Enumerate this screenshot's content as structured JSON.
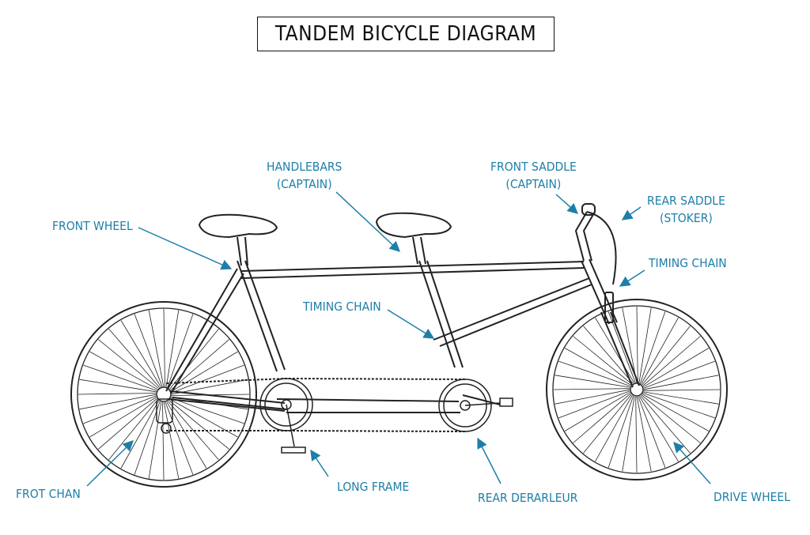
{
  "title": "TANDEM BICYCLE DIAGRAM",
  "colors": {
    "label": "#1d7fa8",
    "line": "#222222",
    "background": "#ffffff"
  },
  "labels": {
    "front_wheel": "FRONT WHEEL",
    "handlebars": [
      "HANDLEBARS",
      "(CAPTAIN)"
    ],
    "front_saddle": [
      "FRONT SADDLE",
      "(CAPTAIN)"
    ],
    "rear_saddle": [
      "REAR SADDLE",
      "(STOKER)"
    ],
    "timing_chain_right": "TIMING CHAIN",
    "timing_chain_center": "TIMING CHAIN",
    "front_chain": "FROT CHAN",
    "long_frame": "LONG FRAME",
    "rear_derailleur": "REAR DERARLEUR",
    "drive_wheel": "DRIVE WHEEL"
  }
}
